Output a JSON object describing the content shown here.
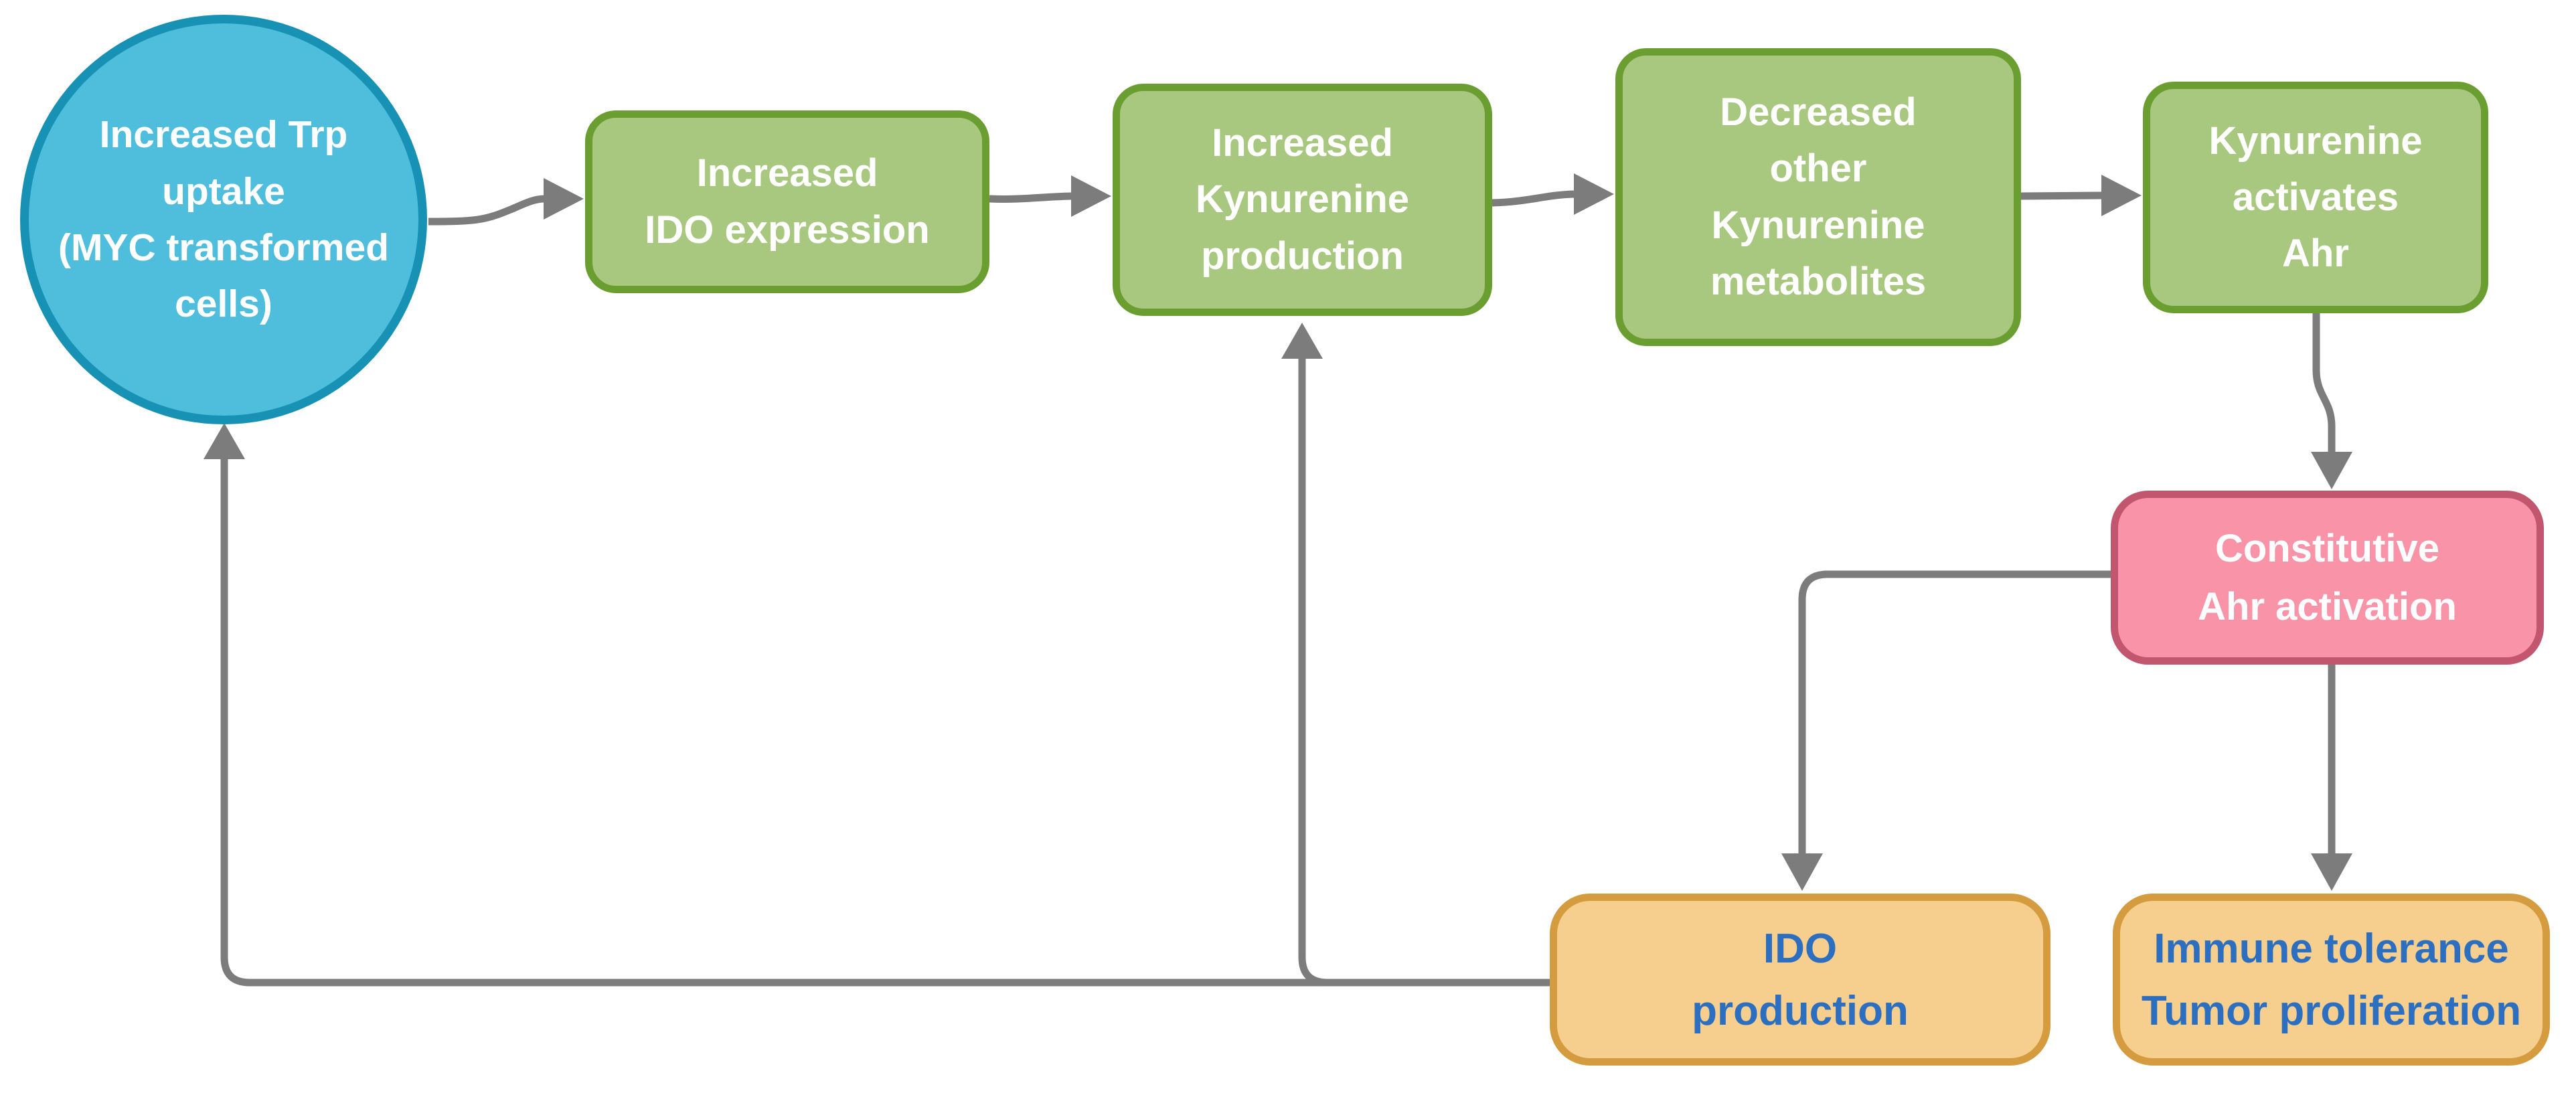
{
  "diagram": {
    "type": "flowchart",
    "background": "#FFFFFF"
  },
  "colors": {
    "arrow": "#7C7C7C",
    "circle_fill": "#4EBEDC",
    "circle_border": "#1791B4",
    "green_fill": "#A8C87F",
    "green_border": "#6B9E30",
    "pink_fill": "#F993A8",
    "pink_border": "#C2566E",
    "orange_fill": "#F6CF8E",
    "orange_border": "#D49C3E",
    "white_text": "#FFFFFF",
    "blue_text": "#2C6FC0"
  },
  "nodes": {
    "trp_uptake": {
      "shape": "circle",
      "lines": [
        "Increased Trp",
        "uptake",
        "(MYC transformed",
        "cells)"
      ],
      "fill": "#4EBEDC",
      "border": "#1791B4",
      "text_color": "#FFFFFF"
    },
    "ido_expression": {
      "shape": "rounded-rect",
      "lines": [
        "Increased",
        "IDO expression"
      ],
      "fill": "#A8C87F",
      "border": "#6B9E30",
      "text_color": "#FFFFFF"
    },
    "kyn_production": {
      "shape": "rounded-rect",
      "lines": [
        "Increased",
        "Kynurenine",
        "production"
      ],
      "fill": "#A8C87F",
      "border": "#6B9E30",
      "text_color": "#FFFFFF"
    },
    "kyn_metabolites": {
      "shape": "rounded-rect",
      "lines": [
        "Decreased",
        "other",
        "Kynurenine",
        "metabolites"
      ],
      "fill": "#A8C87F",
      "border": "#6B9E30",
      "text_color": "#FFFFFF"
    },
    "kyn_ahr": {
      "shape": "rounded-rect",
      "lines": [
        "Kynurenine",
        "activates",
        "Ahr"
      ],
      "fill": "#A8C87F",
      "border": "#6B9E30",
      "text_color": "#FFFFFF"
    },
    "ahr_activation": {
      "shape": "rounded-rect",
      "lines": [
        "Constitutive",
        "Ahr activation"
      ],
      "fill": "#F993A8",
      "border": "#C2566E",
      "text_color": "#FFFFFF"
    },
    "ido_production": {
      "shape": "rounded-rect",
      "lines": [
        "IDO",
        "production"
      ],
      "fill": "#F6CF8E",
      "border": "#D49C3E",
      "text_color": "#2C6FC0"
    },
    "immune_tolerance": {
      "shape": "rounded-rect",
      "lines": [
        "Immune tolerance",
        "Tumor proliferation"
      ],
      "fill": "#F6CF8E",
      "border": "#D49C3E",
      "text_color": "#2C6FC0"
    }
  },
  "connectors": [
    {
      "from": "trp_uptake",
      "to": "ido_expression"
    },
    {
      "from": "ido_expression",
      "to": "kyn_production"
    },
    {
      "from": "kyn_production",
      "to": "kyn_metabolites"
    },
    {
      "from": "kyn_metabolites",
      "to": "kyn_ahr"
    },
    {
      "from": "kyn_ahr",
      "to": "ahr_activation"
    },
    {
      "from": "ahr_activation",
      "to": "immune_tolerance"
    },
    {
      "from": "ahr_activation",
      "to": "ido_production"
    },
    {
      "from": "ido_production",
      "to": "trp_uptake"
    },
    {
      "from": "ido_production",
      "to": "kyn_production"
    }
  ]
}
